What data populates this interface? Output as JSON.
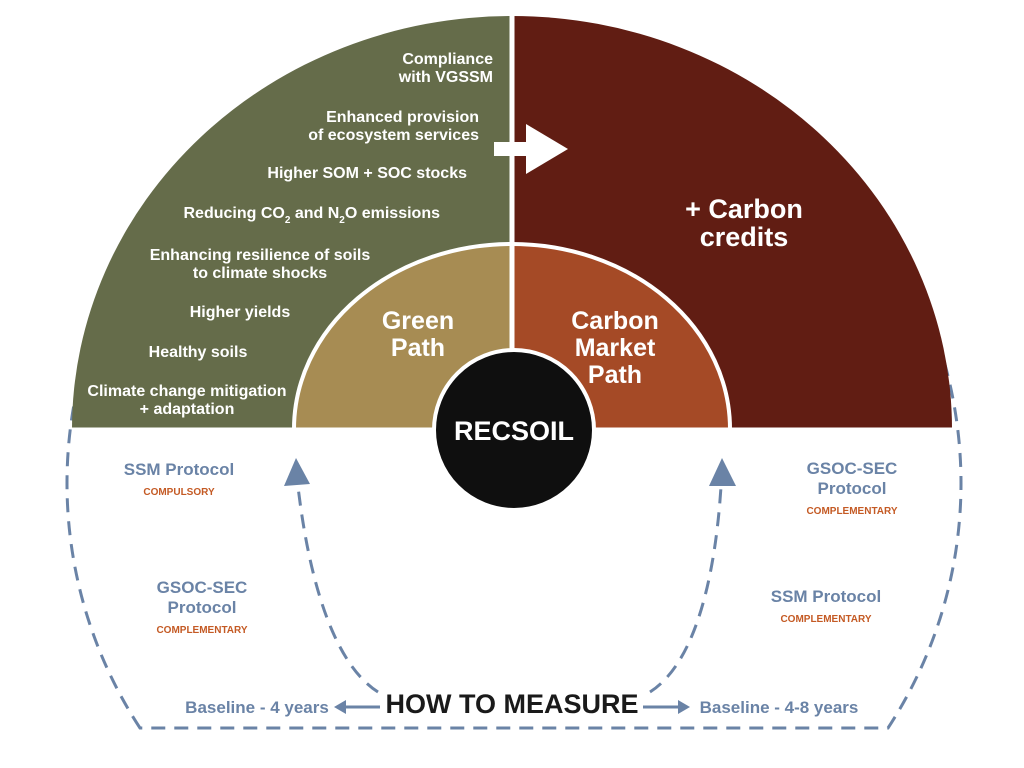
{
  "colors": {
    "green_outer": "#656c4a",
    "red_outer": "#611d13",
    "green_inner": "#a78c53",
    "red_inner": "#a54a26",
    "center": "#0f0f0f",
    "dashed_line": "#6a83a6",
    "label_blue": "#6a83a6",
    "label_orange": "#c45a24"
  },
  "green_benefits": {
    "item1": [
      "Compliance",
      "with VGSSM"
    ],
    "item2": [
      "Enhanced provision",
      "of ecosystem services"
    ],
    "item3": "Higher SOM + SOC stocks",
    "item4": {
      "pre": "Reducing CO",
      "sub1": "2",
      "mid": " and N",
      "sub2": "2",
      "post": "O emissions"
    },
    "item5": [
      "Enhancing resilience of soils",
      "to climate shocks"
    ],
    "item6": "Higher yields",
    "item7": "Healthy soils",
    "item8": [
      "Climate change mitigation",
      "+ adaptation"
    ]
  },
  "carbon_credits": [
    "+ Carbon",
    "credits"
  ],
  "green_path": [
    "Green",
    "Path"
  ],
  "carbon_market_path": [
    "Carbon",
    "Market",
    "Path"
  ],
  "center_label": "RECSOIL",
  "left_protocols": {
    "first": {
      "name": "SSM Protocol",
      "tag": "COMPULSORY"
    },
    "second": {
      "name": [
        "GSOC-SEC",
        "Protocol"
      ],
      "tag": "COMPLEMENTARY"
    }
  },
  "right_protocols": {
    "first": {
      "name": [
        "GSOC-SEC",
        "Protocol"
      ],
      "tag": "COMPLEMENTARY"
    },
    "second": {
      "name": "SSM Protocol",
      "tag": "COMPLEMENTARY"
    }
  },
  "how_to_measure": "HOW TO MEASURE",
  "baseline_left": "Baseline - 4 years",
  "baseline_right": "Baseline - 4-8 years"
}
